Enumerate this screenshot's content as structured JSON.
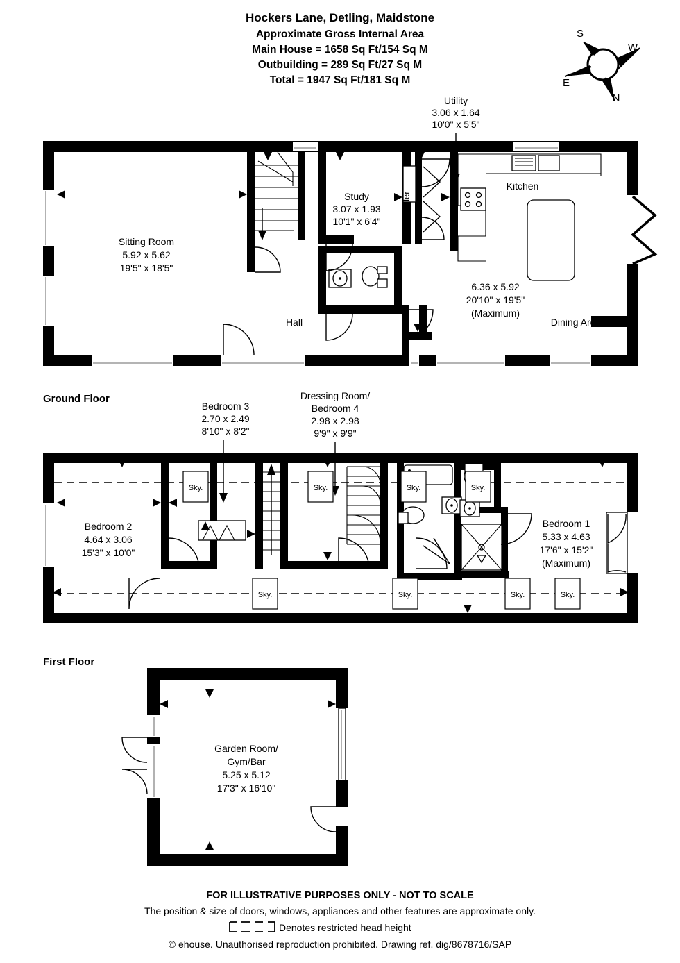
{
  "header": {
    "title": "Hockers Lane, Detling, Maidstone",
    "subtitle": "Approximate Gross Internal Area",
    "line_main_house": "Main House = 1658 Sq Ft/154 Sq M",
    "line_outbuilding": "Outbuilding = 289 Sq Ft/27 Sq M",
    "line_total": "Total = 1947 Sq Ft/181 Sq M"
  },
  "compass": {
    "name": "compass-rose",
    "top_left": "S",
    "right": "W",
    "left": "E",
    "bottom_right": "N"
  },
  "floors": [
    {
      "id": "ground",
      "label": "Ground Floor"
    },
    {
      "id": "first",
      "label": "First Floor"
    }
  ],
  "ground_floor": {
    "label": "Ground Floor",
    "rooms": [
      {
        "name": "sitting-room",
        "label": "Sitting Room",
        "metric": "5.92 x 5.62",
        "imperial": "19'5\" x 18'5\"",
        "note": ""
      },
      {
        "name": "study",
        "label": "Study",
        "metric": "3.07 x 1.93",
        "imperial": "10'1\" x 6'4\"",
        "note": ""
      },
      {
        "name": "utility",
        "label": "Utility",
        "metric": "3.06 x 1.64",
        "imperial": "10'0\" x 5'5\"",
        "note": ""
      },
      {
        "name": "kitchen-dining",
        "label": "Kitchen",
        "label2": "Dining Area",
        "metric": "6.36 x 5.92",
        "imperial": "20'10\" x 19'5\"",
        "note": "(Maximum)"
      },
      {
        "name": "hall",
        "label": "Hall",
        "metric": "",
        "imperial": "",
        "note": ""
      },
      {
        "name": "boiler",
        "label": "Boiler",
        "metric": "",
        "imperial": "",
        "note": ""
      }
    ]
  },
  "first_floor": {
    "label": "First Floor",
    "rooms": [
      {
        "name": "bedroom-2",
        "label": "Bedroom 2",
        "metric": "4.64 x 3.06",
        "imperial": "15'3\" x 10'0\"",
        "note": ""
      },
      {
        "name": "bedroom-3",
        "label": "Bedroom 3",
        "metric": "2.70 x 2.49",
        "imperial": "8'10\" x 8'2\"",
        "note": ""
      },
      {
        "name": "dressing-room-bedroom-4",
        "label": "Dressing Room/",
        "label2": "Bedroom 4",
        "metric": "2.98 x 2.98",
        "imperial": "9'9\" x 9'9\"",
        "note": ""
      },
      {
        "name": "bedroom-1",
        "label": "Bedroom 1",
        "metric": "5.33 x 4.63",
        "imperial": "17'6\" x 15'2\"",
        "note": "(Maximum)"
      }
    ],
    "skylight_label": "Sky."
  },
  "outbuilding": {
    "label": "First Floor",
    "room": {
      "name": "garden-room",
      "label": "Garden Room/",
      "label2": "Gym/Bar",
      "metric": "5.25 x 5.12",
      "imperial": "17'3\" x 16'10\""
    }
  },
  "footer": {
    "disclaimer": "FOR ILLUSTRATIVE PURPOSES ONLY - NOT TO SCALE",
    "approximate": "The position & size of doors, windows, appliances and other features are approximate only.",
    "legend": "Denotes restricted head height",
    "copyright": "© ehouse. Unauthorised reproduction prohibited. Drawing ref. dig/8678716/SAP"
  },
  "colors": {
    "wall": "#000000",
    "background": "#ffffff",
    "window": "#888888"
  }
}
